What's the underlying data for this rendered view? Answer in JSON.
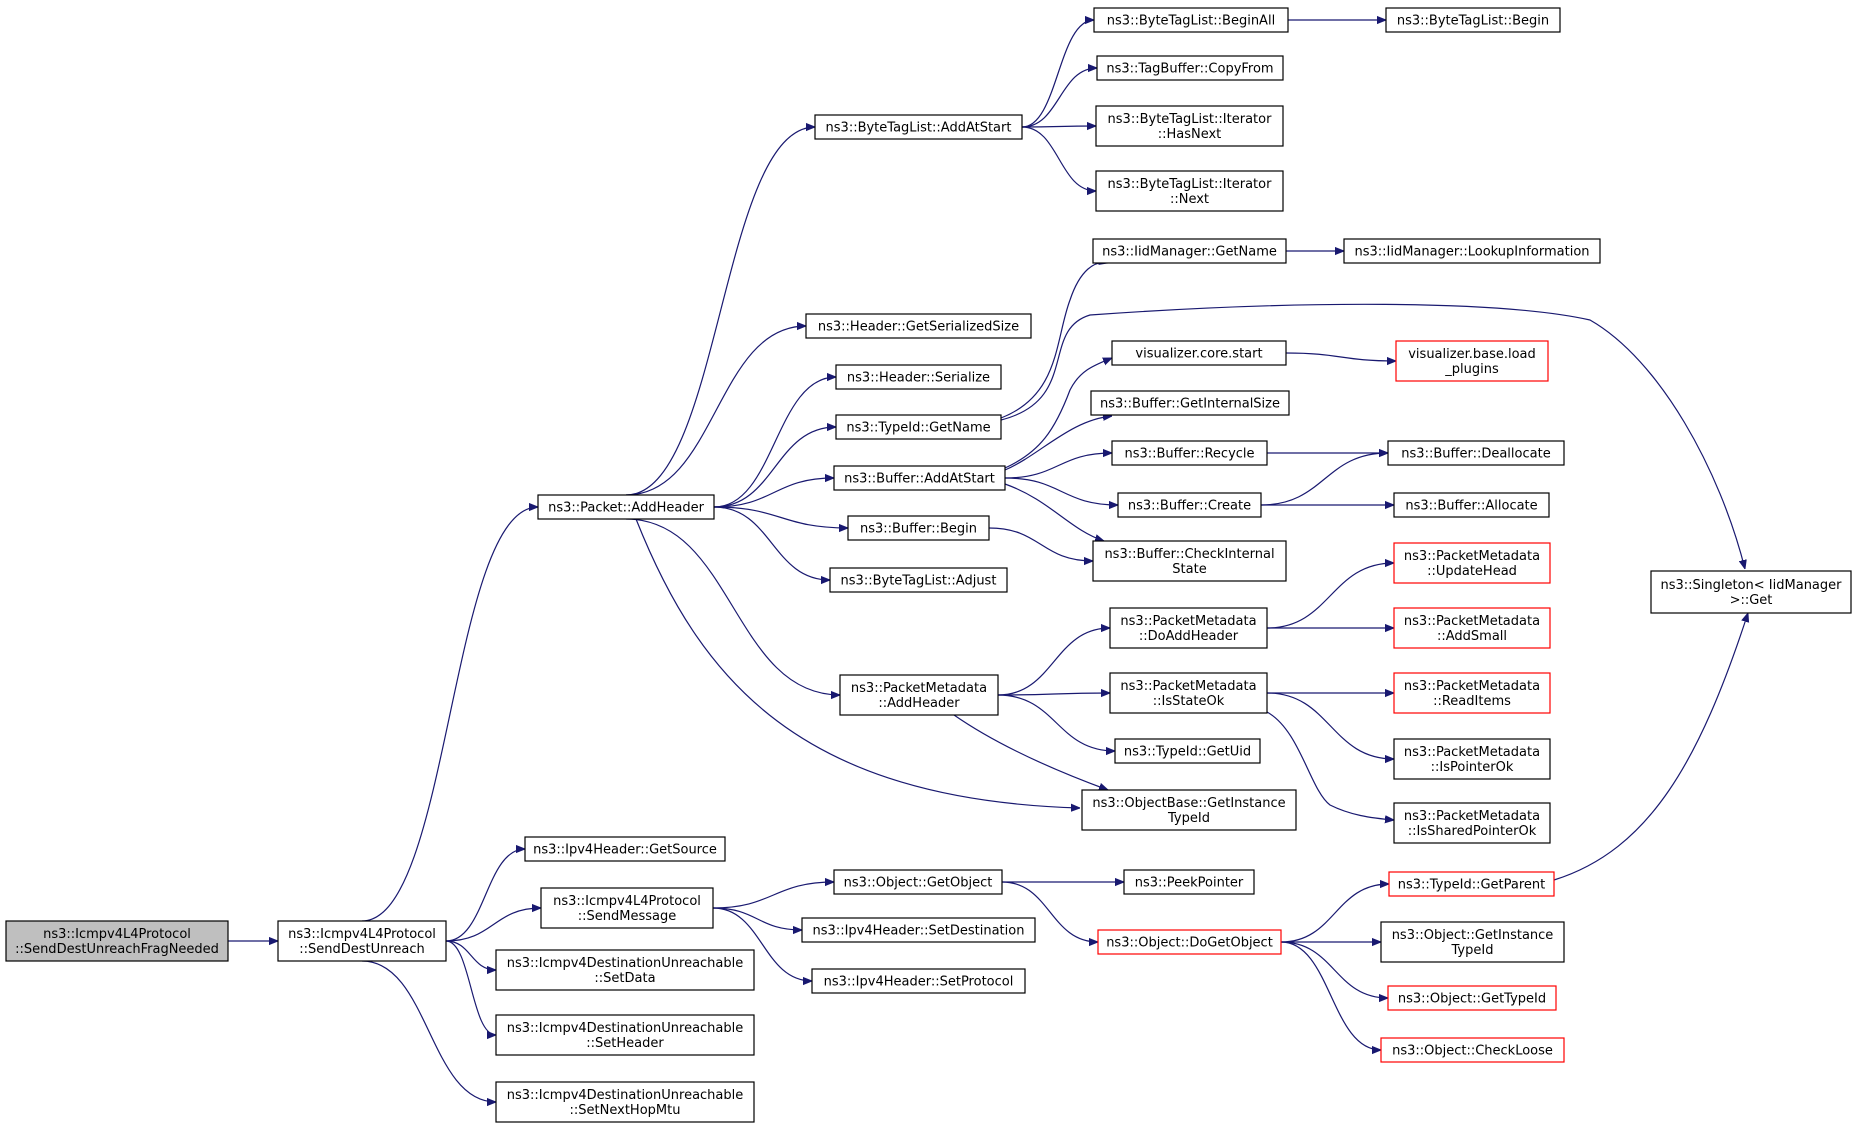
{
  "colors": {
    "edge": "#191970",
    "border_default": "#000000",
    "border_red": "#ff0000",
    "focus_fill": "#bfbfbf",
    "node_fill": "#ffffff"
  },
  "nodes": [
    {
      "id": "n0",
      "lines": [
        "ns3::Icmpv4L4Protocol",
        "::SendDestUnreachFragNeeded"
      ],
      "style": "focus"
    },
    {
      "id": "n1",
      "lines": [
        "ns3::Icmpv4L4Protocol",
        "::SendDestUnreach"
      ],
      "style": "default"
    },
    {
      "id": "n2",
      "lines": [
        "ns3::Packet::AddHeader"
      ],
      "style": "default"
    },
    {
      "id": "n3",
      "lines": [
        "ns3::Ipv4Header::GetSource"
      ],
      "style": "default"
    },
    {
      "id": "n4",
      "lines": [
        "ns3::Icmpv4L4Protocol",
        "::SendMessage"
      ],
      "style": "default"
    },
    {
      "id": "n5",
      "lines": [
        "ns3::Icmpv4DestinationUnreachable",
        "::SetData"
      ],
      "style": "default"
    },
    {
      "id": "n6",
      "lines": [
        "ns3::Icmpv4DestinationUnreachable",
        "::SetHeader"
      ],
      "style": "default"
    },
    {
      "id": "n7",
      "lines": [
        "ns3::Icmpv4DestinationUnreachable",
        "::SetNextHopMtu"
      ],
      "style": "default"
    },
    {
      "id": "n8",
      "lines": [
        "ns3::ByteTagList::AddAtStart"
      ],
      "style": "default"
    },
    {
      "id": "n9",
      "lines": [
        "ns3::Header::GetSerializedSize"
      ],
      "style": "default"
    },
    {
      "id": "n10",
      "lines": [
        "ns3::Header::Serialize"
      ],
      "style": "default"
    },
    {
      "id": "n11",
      "lines": [
        "ns3::TypeId::GetName"
      ],
      "style": "default"
    },
    {
      "id": "n12",
      "lines": [
        "ns3::Buffer::AddAtStart"
      ],
      "style": "default"
    },
    {
      "id": "n13",
      "lines": [
        "ns3::Buffer::Begin"
      ],
      "style": "default"
    },
    {
      "id": "n14",
      "lines": [
        "ns3::ByteTagList::Adjust"
      ],
      "style": "default"
    },
    {
      "id": "n15",
      "lines": [
        "ns3::PacketMetadata",
        "::AddHeader"
      ],
      "style": "default"
    },
    {
      "id": "n16",
      "lines": [
        "ns3::ObjectBase::GetInstance",
        "TypeId"
      ],
      "style": "default"
    },
    {
      "id": "n17",
      "lines": [
        "ns3::ByteTagList::BeginAll"
      ],
      "style": "default"
    },
    {
      "id": "n18",
      "lines": [
        "ns3::TagBuffer::CopyFrom"
      ],
      "style": "default"
    },
    {
      "id": "n19",
      "lines": [
        "ns3::ByteTagList::Iterator",
        "::HasNext"
      ],
      "style": "default"
    },
    {
      "id": "n20",
      "lines": [
        "ns3::ByteTagList::Iterator",
        "::Next"
      ],
      "style": "default"
    },
    {
      "id": "n21",
      "lines": [
        "ns3::ByteTagList::Begin"
      ],
      "style": "default"
    },
    {
      "id": "n22",
      "lines": [
        "ns3::IidManager::GetName"
      ],
      "style": "default"
    },
    {
      "id": "n23",
      "lines": [
        "ns3::IidManager::LookupInformation"
      ],
      "style": "default"
    },
    {
      "id": "n24",
      "lines": [
        "ns3::Singleton< IidManager",
        " >::Get"
      ],
      "style": "default"
    },
    {
      "id": "n25",
      "lines": [
        "visualizer.core.start"
      ],
      "style": "default"
    },
    {
      "id": "n26",
      "lines": [
        "visualizer.base.load",
        "_plugins"
      ],
      "style": "red"
    },
    {
      "id": "n27",
      "lines": [
        "ns3::Buffer::GetInternalSize"
      ],
      "style": "default"
    },
    {
      "id": "n28",
      "lines": [
        "ns3::Buffer::Recycle"
      ],
      "style": "default"
    },
    {
      "id": "n29",
      "lines": [
        "ns3::Buffer::Create"
      ],
      "style": "default"
    },
    {
      "id": "n30",
      "lines": [
        "ns3::Buffer::CheckInternal",
        "State"
      ],
      "style": "default"
    },
    {
      "id": "n31",
      "lines": [
        "ns3::Buffer::Deallocate"
      ],
      "style": "default"
    },
    {
      "id": "n32",
      "lines": [
        "ns3::Buffer::Allocate"
      ],
      "style": "default"
    },
    {
      "id": "n33",
      "lines": [
        "ns3::PacketMetadata",
        "::DoAddHeader"
      ],
      "style": "default"
    },
    {
      "id": "n34",
      "lines": [
        "ns3::PacketMetadata",
        "::IsStateOk"
      ],
      "style": "default"
    },
    {
      "id": "n35",
      "lines": [
        "ns3::TypeId::GetUid"
      ],
      "style": "default"
    },
    {
      "id": "n36",
      "lines": [
        "ns3::PacketMetadata",
        "::UpdateHead"
      ],
      "style": "red"
    },
    {
      "id": "n37",
      "lines": [
        "ns3::PacketMetadata",
        "::AddSmall"
      ],
      "style": "red"
    },
    {
      "id": "n38",
      "lines": [
        "ns3::PacketMetadata",
        "::ReadItems"
      ],
      "style": "red"
    },
    {
      "id": "n39",
      "lines": [
        "ns3::PacketMetadata",
        "::IsPointerOk"
      ],
      "style": "default"
    },
    {
      "id": "n40",
      "lines": [
        "ns3::PacketMetadata",
        "::IsSharedPointerOk"
      ],
      "style": "default"
    },
    {
      "id": "n41",
      "lines": [
        "ns3::Object::GetObject"
      ],
      "style": "default"
    },
    {
      "id": "n42",
      "lines": [
        "ns3::Ipv4Header::SetDestination"
      ],
      "style": "default"
    },
    {
      "id": "n43",
      "lines": [
        "ns3::Ipv4Header::SetProtocol"
      ],
      "style": "default"
    },
    {
      "id": "n44",
      "lines": [
        "ns3::PeekPointer"
      ],
      "style": "default"
    },
    {
      "id": "n45",
      "lines": [
        "ns3::Object::DoGetObject"
      ],
      "style": "red"
    },
    {
      "id": "n46",
      "lines": [
        "ns3::TypeId::GetParent"
      ],
      "style": "red"
    },
    {
      "id": "n47",
      "lines": [
        "ns3::Object::GetInstance",
        "TypeId"
      ],
      "style": "default"
    },
    {
      "id": "n48",
      "lines": [
        "ns3::Object::GetTypeId"
      ],
      "style": "red"
    },
    {
      "id": "n49",
      "lines": [
        "ns3::Object::CheckLoose"
      ],
      "style": "red"
    }
  ],
  "edges": [
    [
      "n0",
      "n1"
    ],
    [
      "n1",
      "n2"
    ],
    [
      "n1",
      "n3"
    ],
    [
      "n1",
      "n4"
    ],
    [
      "n1",
      "n5"
    ],
    [
      "n1",
      "n6"
    ],
    [
      "n1",
      "n7"
    ],
    [
      "n2",
      "n8"
    ],
    [
      "n2",
      "n9"
    ],
    [
      "n2",
      "n10"
    ],
    [
      "n2",
      "n11"
    ],
    [
      "n2",
      "n12"
    ],
    [
      "n2",
      "n13"
    ],
    [
      "n2",
      "n14"
    ],
    [
      "n2",
      "n15"
    ],
    [
      "n2",
      "n16"
    ],
    [
      "n8",
      "n17"
    ],
    [
      "n8",
      "n18"
    ],
    [
      "n8",
      "n19"
    ],
    [
      "n8",
      "n20"
    ],
    [
      "n17",
      "n21"
    ],
    [
      "n11",
      "n22"
    ],
    [
      "n11",
      "n24"
    ],
    [
      "n22",
      "n23"
    ],
    [
      "n12",
      "n25"
    ],
    [
      "n12",
      "n27"
    ],
    [
      "n12",
      "n28"
    ],
    [
      "n12",
      "n29"
    ],
    [
      "n12",
      "n30"
    ],
    [
      "n25",
      "n26"
    ],
    [
      "n28",
      "n31"
    ],
    [
      "n29",
      "n31"
    ],
    [
      "n29",
      "n32"
    ],
    [
      "n13",
      "n30"
    ],
    [
      "n15",
      "n33"
    ],
    [
      "n15",
      "n34"
    ],
    [
      "n15",
      "n35"
    ],
    [
      "n15",
      "n16"
    ],
    [
      "n33",
      "n36"
    ],
    [
      "n33",
      "n37"
    ],
    [
      "n34",
      "n38"
    ],
    [
      "n34",
      "n39"
    ],
    [
      "n34",
      "n40"
    ],
    [
      "n4",
      "n41"
    ],
    [
      "n4",
      "n42"
    ],
    [
      "n4",
      "n43"
    ],
    [
      "n41",
      "n44"
    ],
    [
      "n41",
      "n45"
    ],
    [
      "n45",
      "n46"
    ],
    [
      "n45",
      "n47"
    ],
    [
      "n45",
      "n48"
    ],
    [
      "n45",
      "n49"
    ],
    [
      "n46",
      "n24"
    ]
  ]
}
